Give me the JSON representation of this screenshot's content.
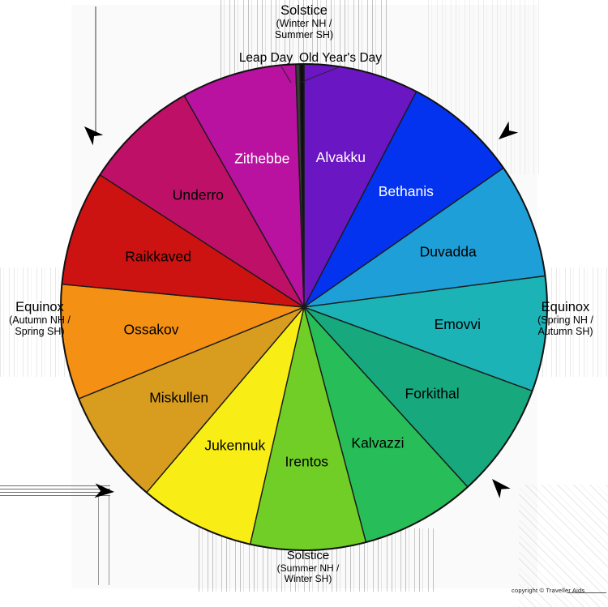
{
  "chart_data": {
    "type": "pie",
    "title": "",
    "direction": "clockwise",
    "start_angle_deg": 0,
    "unit": "days",
    "total": 366,
    "legend": "none",
    "slices": [
      {
        "label": "Alvakku",
        "value": 28,
        "color": "#6B16C3",
        "label_color": "#FFFFFF"
      },
      {
        "label": "Bethanis",
        "value": 28,
        "color": "#0433F0",
        "label_color": "#FFFFFF"
      },
      {
        "label": "Duvadda",
        "value": 28,
        "color": "#1E9FD7",
        "label_color": "#000000"
      },
      {
        "label": "Emovvi",
        "value": 28,
        "color": "#1CB3B6",
        "label_color": "#000000"
      },
      {
        "label": "Forkithal",
        "value": 28,
        "color": "#17A87D",
        "label_color": "#000000"
      },
      {
        "label": "Kalvazzi",
        "value": 28,
        "color": "#27BD58",
        "label_color": "#000000"
      },
      {
        "label": "Irentos",
        "value": 28,
        "color": "#70CE27",
        "label_color": "#000000"
      },
      {
        "label": "Jukennuk",
        "value": 28,
        "color": "#F8EE15",
        "label_color": "#000000"
      },
      {
        "label": "Miskullen",
        "value": 28,
        "color": "#D89C1E",
        "label_color": "#000000"
      },
      {
        "label": "Ossakov",
        "value": 28,
        "color": "#F49114",
        "label_color": "#000000"
      },
      {
        "label": "Raikkaved",
        "value": 28,
        "color": "#CD1212",
        "label_color": "#000000"
      },
      {
        "label": "Underro",
        "value": 28,
        "color": "#BE1066",
        "label_color": "#000000"
      },
      {
        "label": "Zithebbe",
        "value": 28,
        "color": "#B911A0",
        "label_color": "#FFFFFF"
      },
      {
        "label": "Leap Day",
        "value": 1,
        "color": "#3A3A3A",
        "label_color": "#000000",
        "label_outside": true
      },
      {
        "label": "Old Year's Day",
        "value": 1,
        "color": "#0D0D0D",
        "label_color": "#000000",
        "label_outside": true
      }
    ]
  },
  "annotations": {
    "north": {
      "line1": "Solstice",
      "line2": "(Winter NH /",
      "line3": "Summer SH)"
    },
    "east": {
      "line1": "Equinox",
      "line2": "(Spring NH /",
      "line3": "Autumn SH)"
    },
    "south": {
      "line1": "Solstice",
      "line2": "(Summer NH /",
      "line3": "Winter SH)"
    },
    "west": {
      "line1": "Equinox",
      "line2": "(Autumn NH /",
      "line3": "Spring SH)"
    },
    "leap_day": "Leap Day",
    "old_years_day": "Old Year's Day"
  },
  "footer": {
    "copyright": "copyright © Traveller Aids"
  },
  "icons": [
    {
      "name": "arrow-top-left-icon",
      "shape": "black dart arrowhead",
      "direction": "up-left"
    },
    {
      "name": "arrow-top-right-icon",
      "shape": "black dart arrowhead",
      "direction": "down-left"
    },
    {
      "name": "arrow-bottom-left-icon",
      "shape": "black dart arrowhead",
      "direction": "right"
    },
    {
      "name": "arrow-bottom-right-icon",
      "shape": "black dart arrowhead",
      "direction": "up-left"
    }
  ],
  "colors": {
    "stroke": "#1a1a1a",
    "background": "#FFFFFF"
  }
}
